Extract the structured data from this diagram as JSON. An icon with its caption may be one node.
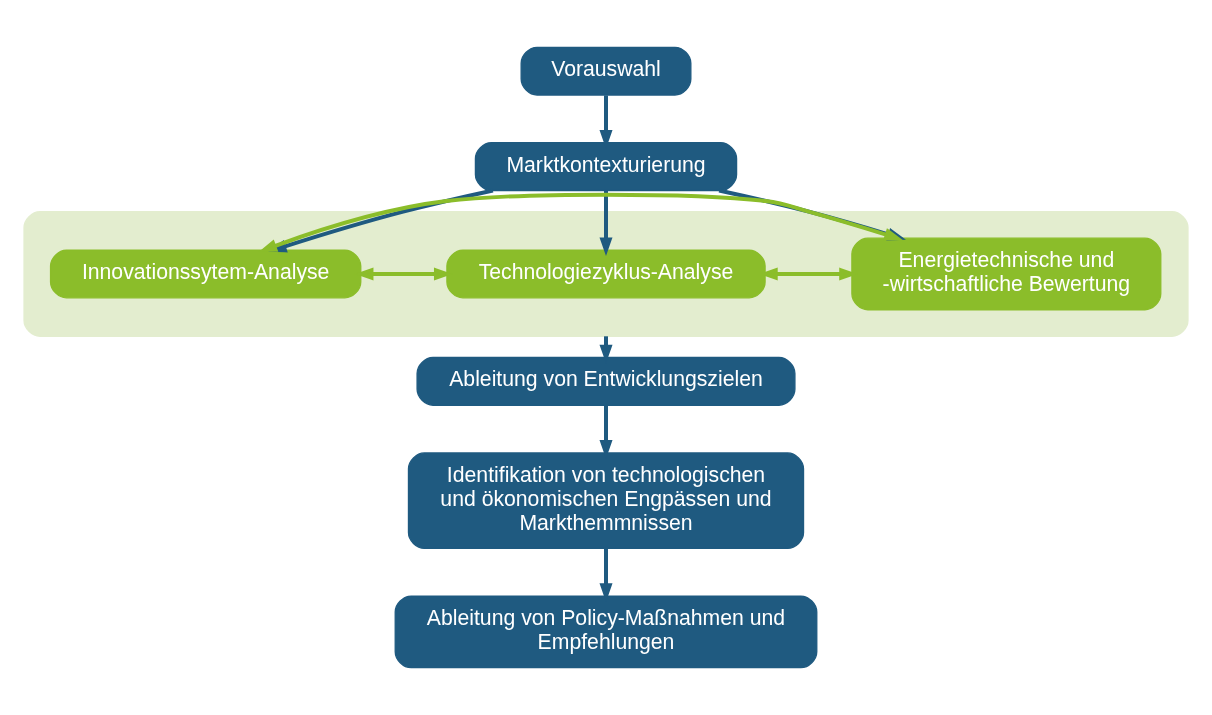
{
  "diagram": {
    "nodes": [
      {
        "text": [
          "Vorauswahl"
        ]
      },
      {
        "text": [
          "Marktkontexturierung"
        ]
      },
      {
        "text": [],
        "shape": "box"
      },
      {
        "text": [
          "Energietechnische und -wirtschaftliche Bewertung"
        ],
        "in": 2
      },
      {
        "text": [
          "Technologiezyklus-Analyse"
        ],
        "in": 2
      },
      {
        "text": [
          "Innovationssytem-Analyse"
        ],
        "in": 2
      },
      {
        "text": [
          "Ableitung von Entwicklungszielen"
        ]
      },
      {
        "text": [
          "Identifikation von technologischen und ökonomischen Engpässen und Markthemmnissen"
        ]
      },
      {
        "text": [
          "Ableitung von Policy-Maßnahmen und Empfehlungen"
        ]
      }
    ],
    "edges": [
      {
        "from": 0,
        "to": 1,
        "arrow": "to"
      },
      {
        "from": 1,
        "to": 3,
        "arrow": "to"
      },
      {
        "from": 1,
        "to": 4,
        "arrow": "to"
      },
      {
        "from": 1,
        "to": 5,
        "arrow": "to"
      },
      {
        "from": 3,
        "to": 4,
        "arrow": "both",
        "color": "#8bbd2a"
      },
      {
        "from": 4,
        "to": 5,
        "arrow": "both",
        "color": "#8bbd2a"
      },
      {
        "from": 3,
        "to": 5,
        "arrow": "both",
        "color": "#8bbd2a"
      },
      {
        "from": 2,
        "to": 6,
        "arrow": "to"
      },
      {
        "from": 6,
        "to": 7,
        "arrow": "to"
      },
      {
        "from": 7,
        "to": 8,
        "arrow": "to"
      }
    ]
  }
}
